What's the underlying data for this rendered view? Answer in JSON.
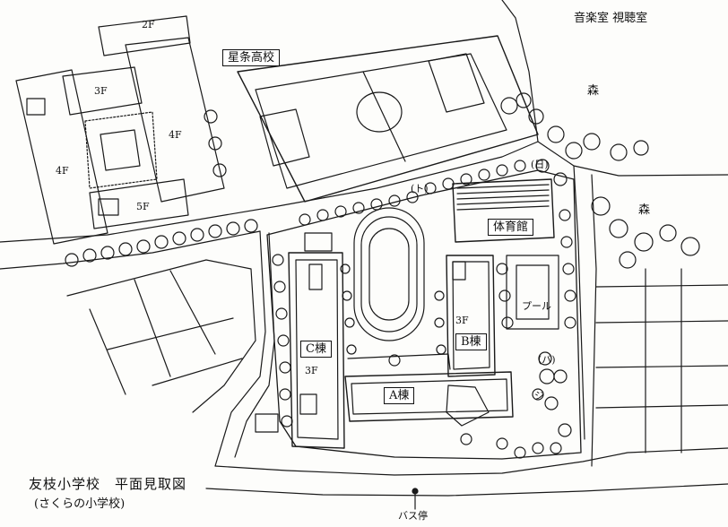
{
  "top_right_note": "音楽室 視聴室",
  "labels": {
    "high_school": "星条高校",
    "gym": "体育館",
    "pool": "プール",
    "bldg_a": "A棟",
    "bldg_b": "B棟",
    "bldg_c": "C棟",
    "floor_2f": "2F",
    "floor_3f_top": "3F",
    "floor_4f_left": "4F",
    "floor_4f_right": "4F",
    "floor_5f": "5F",
    "floor_3f_b": "3F",
    "floor_3f_c": "3F",
    "forest_1": "森",
    "forest_2": "森",
    "bus_stop": "バス停",
    "small_sign": "(ト)",
    "small_mark": "(日)",
    "small_ji": "ジ",
    "small_ba": "(バ)"
  },
  "caption": {
    "title": "友枝小学校　平面見取図",
    "subtitle": "(さくらの小学校)"
  }
}
